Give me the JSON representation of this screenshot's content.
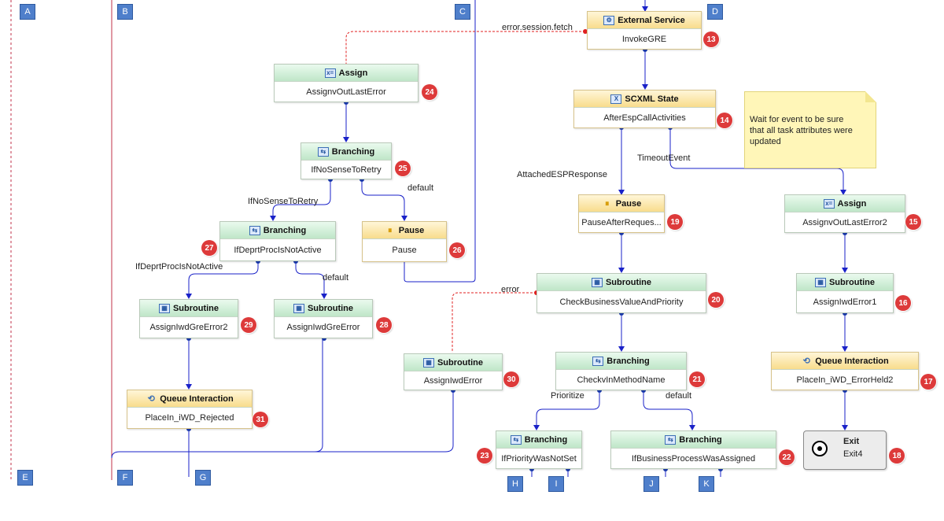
{
  "nodes": {
    "n13": {
      "type": "External Service",
      "icon": "external-service-icon",
      "name": "InvokeGRE",
      "badge": "13"
    },
    "n14": {
      "type": "SCXML State",
      "icon": "scxml-state-icon",
      "name": "AfterEspCallActivities",
      "badge": "14"
    },
    "n15": {
      "type": "Assign",
      "icon": "assign-icon",
      "name": "AssignvOutLastError2",
      "badge": "15"
    },
    "n16": {
      "type": "Subroutine",
      "icon": "subroutine-icon",
      "name": "AssignIwdError1",
      "badge": "16"
    },
    "n17": {
      "type": "Queue Interaction",
      "icon": "queue-interaction-icon",
      "name": "PlaceIn_iWD_ErrorHeld2",
      "badge": "17"
    },
    "n18": {
      "type": "Exit",
      "icon": "exit-icon",
      "name": "Exit4",
      "badge": "18"
    },
    "n19": {
      "type": "Pause",
      "icon": "pause-icon",
      "name": "PauseAfterReques...",
      "badge": "19"
    },
    "n20": {
      "type": "Subroutine",
      "icon": "subroutine-icon",
      "name": "CheckBusinessValueAndPriority",
      "badge": "20"
    },
    "n21": {
      "type": "Branching",
      "icon": "branching-icon",
      "name": "CheckvInMethodName",
      "badge": "21"
    },
    "n22": {
      "type": "Branching",
      "icon": "branching-icon",
      "name": "IfBusinessProcessWasAssigned",
      "badge": "22"
    },
    "n23": {
      "type": "Branching",
      "icon": "branching-icon",
      "name": "IfPriorityWasNotSet",
      "badge": "23"
    },
    "n24": {
      "type": "Assign",
      "icon": "assign-icon",
      "name": "AssignvOutLastError",
      "badge": "24"
    },
    "n25": {
      "type": "Branching",
      "icon": "branching-icon",
      "name": "IfNoSenseToRetry",
      "badge": "25"
    },
    "n26": {
      "type": "Pause",
      "icon": "pause-icon",
      "name": "Pause",
      "badge": "26"
    },
    "n27": {
      "type": "Branching",
      "icon": "branching-icon",
      "name": "IfDeprtProcIsNotActive",
      "badge": "27"
    },
    "n28": {
      "type": "Subroutine",
      "icon": "subroutine-icon",
      "name": "AssignIwdGreError",
      "badge": "28"
    },
    "n29": {
      "type": "Subroutine",
      "icon": "subroutine-icon",
      "name": "AssignIwdGreError2",
      "badge": "29"
    },
    "n30": {
      "type": "Subroutine",
      "icon": "subroutine-icon",
      "name": "AssignIwdError",
      "badge": "30"
    },
    "n31": {
      "type": "Queue Interaction",
      "icon": "queue-interaction-icon",
      "name": "PlaceIn_iWD_Rejected",
      "badge": "31"
    }
  },
  "edge_labels": {
    "error_session_fetch": "error.session.fetch",
    "attached_esp_response": "AttachedESPResponse",
    "timeout_event": "TimeoutEvent",
    "default_25": "default",
    "if_no_sense_to_retry": "IfNoSenseToRetry",
    "if_deprt_proc_is_not_active": "IfDeprtProcIsNotActive",
    "default_27": "default",
    "error_20": "error",
    "prioritize": "Prioritize",
    "default_21": "default"
  },
  "note": {
    "line1": "Wait for event to be sure",
    "line2": "that all task attributes were",
    "line3": "updated"
  },
  "connectors": {
    "A": "A",
    "B": "B",
    "C": "C",
    "D": "D",
    "E": "E",
    "F": "F",
    "G": "G",
    "H": "H",
    "I": "I",
    "J": "J",
    "K": "K"
  },
  "colors": {
    "flow_line": "#1a22c8",
    "error_line": "#e02020",
    "border_line": "#c0304a",
    "badge": "#dd3a3a",
    "connector": "#4f7fcb",
    "note": "#fff6b8"
  }
}
